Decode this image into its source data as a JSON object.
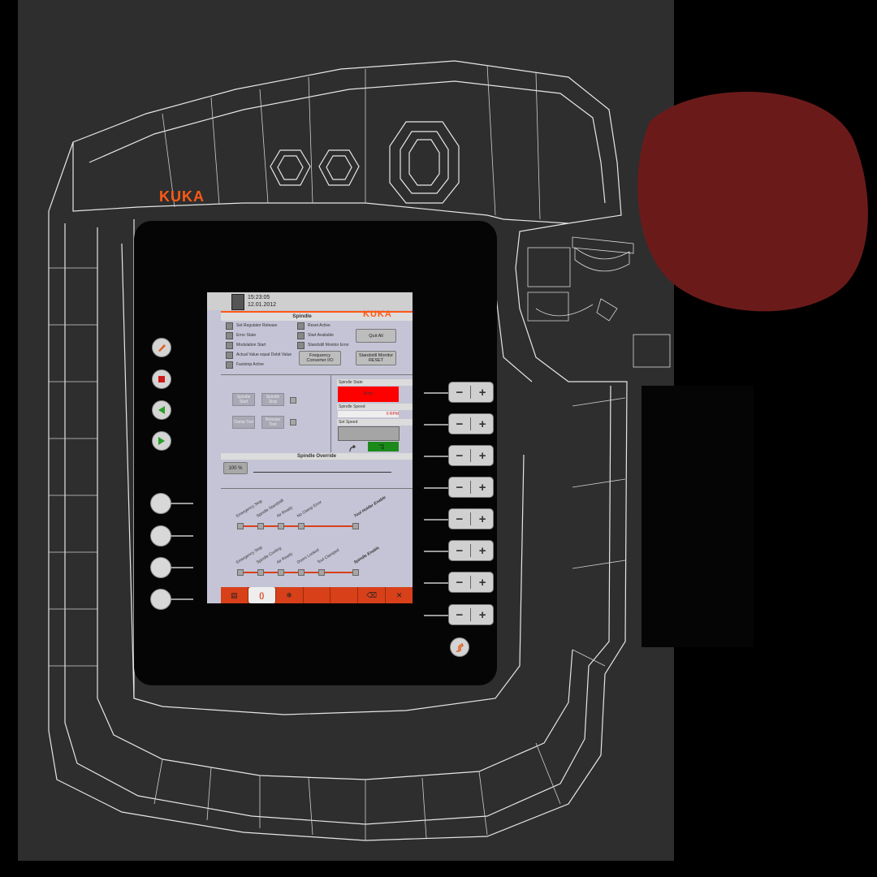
{
  "brand": {
    "logo_text": "KUKA",
    "color": "#ff5a14"
  },
  "status": {
    "time": "15:23:05",
    "date": "12.01.2012"
  },
  "screen": {
    "title": "Spindle",
    "logo": "KUKA",
    "checks_left": [
      "Set Regulator Release",
      "Error State",
      "Modulation Start",
      "Actual Value equal Debit Value",
      "Faststop Active"
    ],
    "checks_right": [
      "Reset Active",
      "Start Available",
      "Standstill Monitor Error"
    ],
    "quit_all": "Quit All",
    "freq_btn": "Frequency Converter I/O",
    "standstill_btn": "Standstill Monitor RESET",
    "spindle_start": "Spindle Start",
    "spindle_stop": "Spindle Stop",
    "clamp_tool": "Clamp Tool",
    "release_tool": "Release Tool",
    "spindle_state_label": "Spindle State",
    "spindle_state_value": "Error",
    "spindle_speed_label": "Spindle Speed",
    "spindle_speed_value": "0 RPM",
    "set_speed_label": "Set Speed",
    "override_title": "Spindle Override",
    "override_value": "100 %",
    "chain1": [
      "Emergency Stop",
      "Spindle Standstill",
      "Air Ready",
      "No Clamp Error"
    ],
    "chain1_end": "Tool Holder Enable",
    "chain2": [
      "Emergency Stop",
      "Spindle Cooling",
      "Air Ready",
      "Doors Locked",
      "Tool Clamped"
    ],
    "chain2_end": "Spindle Enable"
  },
  "colors": {
    "error_red": "#ff0000",
    "go_green": "#1b8a1b",
    "accent": "#ff5a14",
    "bar": "#d8401a",
    "blob": "#6b1a1a"
  },
  "tabs": [
    "docs-icon",
    "braces-icon",
    "snowflake-icon",
    "empty",
    "empty",
    "delete-icon",
    "tools-icon"
  ]
}
